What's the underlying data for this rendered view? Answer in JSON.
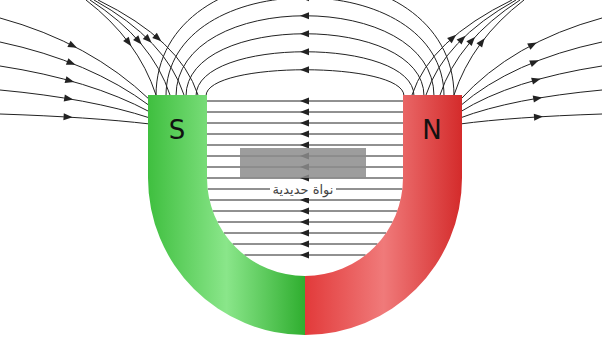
{
  "diagram": {
    "nodes": [
      {
        "text": [
          "نواة حديدية"
        ]
      }
    ],
    "labels": [
      "S",
      "N"
    ]
  }
}
